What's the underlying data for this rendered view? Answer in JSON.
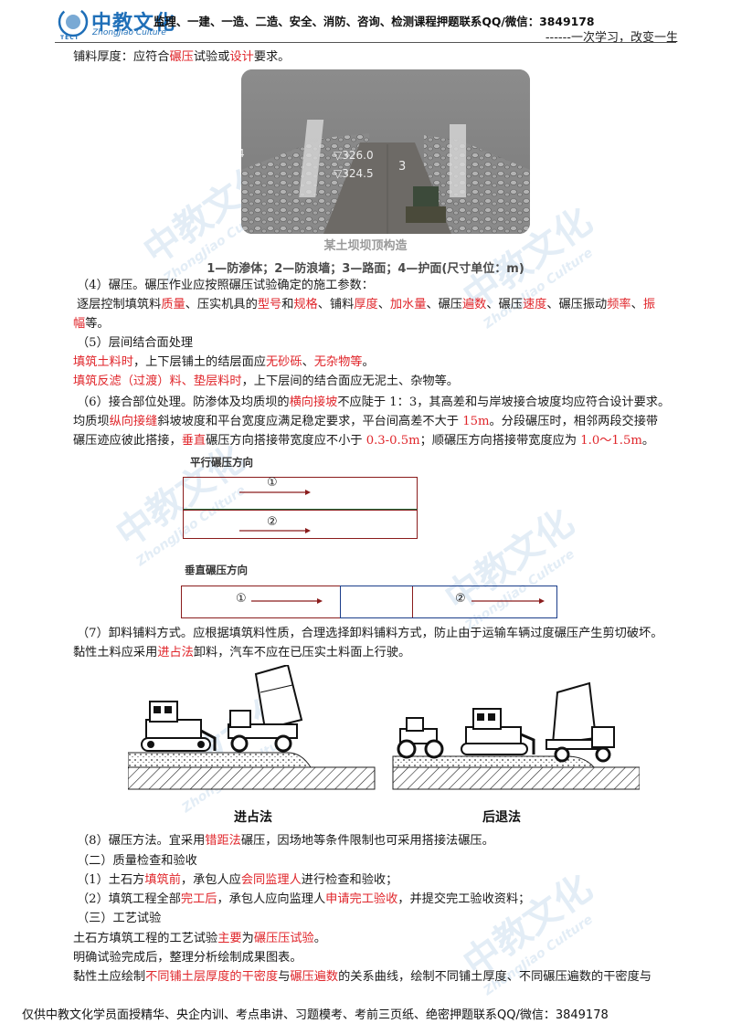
{
  "header": {
    "logo_text": "中教文化",
    "logo_sub": "ZhongJiao Culture",
    "logo_tect": "TECT",
    "title": "监理、一建、一造、二造、安全、消防、咨询、检测课程押题联系QQ/微信：3849178",
    "slogan": "------一次学习，改变一生"
  },
  "watermark": {
    "text": "中教文化",
    "sub": "ZhongJiao Culture"
  },
  "photo": {
    "labels": [
      "4",
      "▽326.0",
      "▽324.5",
      "3"
    ],
    "caption_top": "某土坝坝顶构造",
    "caption_bottom": "1—防渗体；2—防浪墙；3—路面；4—护面(尺寸单位：m)"
  },
  "body": {
    "p1": [
      "铺料厚度：应符合",
      "碾压",
      "试验或",
      "设计",
      "要求。"
    ],
    "p2": "（4）碾压。碾压作业应按照碾压试验确定的施工参数：",
    "p3": [
      "逐层控制填筑料",
      "质量",
      "、压实机具的",
      "型号",
      "和",
      "规格",
      "、铺料",
      "厚度",
      "、",
      "加水量",
      "、碾压",
      "遍数",
      "、碾压",
      "速度",
      "、碾压振动",
      "频率",
      "、",
      "振"
    ],
    "p3b": [
      "幅",
      "等。"
    ],
    "p4": "（5）层间结合面处理",
    "p5": [
      "填筑土料时",
      "，上下层铺土的结层面应",
      "无砂砾",
      "、",
      "无杂物等",
      "。"
    ],
    "p6": [
      "填筑反滤（过渡）料、垫层料时",
      "，上下层间的结合面应无泥土、杂物等。"
    ],
    "p7": [
      "（6）接合部位处理。防渗体及均质坝的",
      "横向接坡",
      "不应陡于 1：3，其高差和与岸坡接合坡度均应符合设计要求。"
    ],
    "p8": [
      "均质坝",
      "纵向接缝",
      "斜坡坡度和平台宽度应满足稳定要求，平台间高差不大于 ",
      "15m",
      "。分段碾压时，相邻两段交接带"
    ],
    "p8b": [
      "碾压迹应彼此搭接，",
      "垂直",
      "碾压方向搭接带宽度应不小于 ",
      "0.3-0.5m",
      "；顺碾压方向搭接带宽度应为 ",
      "1.0～1.5m",
      "。"
    ],
    "p9": "（7）卸料铺料方式。应根据填筑料性质，合理选择卸料铺料方式，防止由于运输车辆过度碾压产生剪切破坏。",
    "p10": [
      "黏性土料应采用",
      "进占法",
      "卸料，汽车不应在已压实土料面上行驶。"
    ],
    "p11": [
      "（8）碾压方法。宜采用",
      "错距法",
      "碾压，因场地等条件限制也可采用搭接法碾压。"
    ],
    "p12": "（二）质量检查和验收",
    "p13": [
      "（1）土石方",
      "填筑前",
      "，承包人应",
      "会同监理人",
      "进行检查和验收；"
    ],
    "p14": [
      "（2）填筑工程全部",
      "完工后",
      "，承包人应向监理人",
      "申请完工验收",
      "，并提交完工验收资料；"
    ],
    "p15": "（三）工艺试验",
    "p16": [
      "土石方填筑工程的工艺试验",
      "主要",
      "为",
      "碾压压试验",
      "。"
    ],
    "p17": "明确试验完成后，整理分析绘制成果图表。",
    "p18": [
      "黏性土应绘制",
      "不同铺土层厚度的干密度",
      "与",
      "碾压遍数",
      "的关系曲线，绘制不同铺土厚度、不同碾压遍数的干密度与"
    ]
  },
  "diagram1": {
    "label": "平行碾压方向",
    "n1": "①",
    "n2": "②"
  },
  "diagram2": {
    "label": "垂直碾压方向",
    "n1": "①",
    "n2": "②"
  },
  "machines": {
    "left_label": "进占法",
    "right_label": "后退法"
  },
  "footer": "仅供中教文化学员面授精华、央企内训、考点串讲、习题模考、考前三页纸、绝密押题联系QQ/微信：3849178"
}
